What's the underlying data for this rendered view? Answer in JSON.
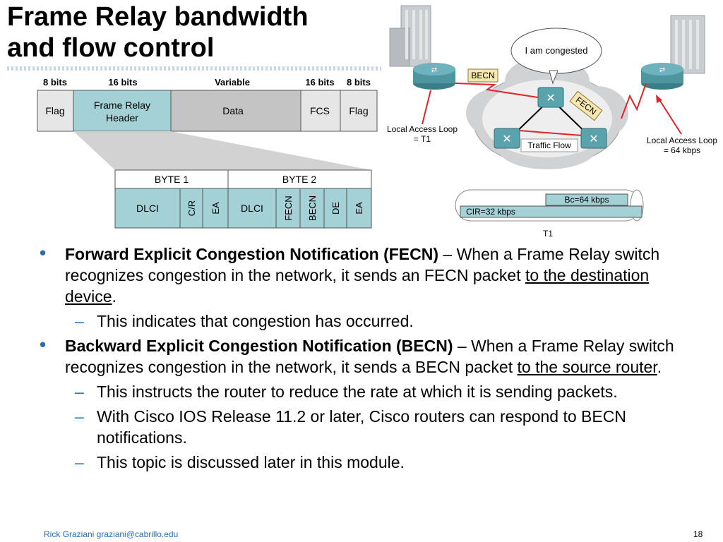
{
  "title": {
    "line1": "Frame Relay bandwidth",
    "line2": "and flow control"
  },
  "frame": {
    "widths": [
      "8 bits",
      "16 bits",
      "Variable",
      "16 bits",
      "8 bits"
    ],
    "fields": [
      "Flag",
      "Frame Relay\nHeader",
      "Data",
      "FCS",
      "Flag"
    ],
    "bytes": [
      "BYTE 1",
      "BYTE 2"
    ],
    "subfields": [
      "DLCI",
      "C/R",
      "EA",
      "DLCI",
      "FECN",
      "BECN",
      "DE",
      "EA"
    ]
  },
  "network": {
    "bubble": "I am congested",
    "becn": "BECN",
    "fecn": "FECN",
    "traffic": "Traffic Flow",
    "left_loop": [
      "Local Access Loop",
      "= T1"
    ],
    "right_loop": [
      "Local Access Loop",
      "= 64 kbps"
    ]
  },
  "t1": {
    "bc": "Bc=64 kbps",
    "cir": "CIR=32 kbps",
    "label": "T1"
  },
  "bullets": [
    {
      "bold": "Forward Explicit Congestion Notification (FECN)",
      "text1": " – When a Frame Relay switch recognizes congestion in the network, it sends an FECN packet ",
      "underline": "to the destination device",
      "text2": ".",
      "subs": [
        "This indicates that congestion has occurred."
      ]
    },
    {
      "bold": "Backward Explicit Congestion Notification (BECN)",
      "text1": " – When a Frame Relay switch recognizes congestion in the network, it sends a BECN packet ",
      "underline": "to the source router",
      "text2": ".",
      "subs": [
        "This instructs the router to reduce the rate at which it is sending packets.",
        "With Cisco IOS Release 11.2 or later, Cisco routers can respond to BECN notifications.",
        "This topic is discussed later in this module."
      ]
    }
  ],
  "footer": {
    "author": "Rick Graziani  graziani@cabrillo.edu",
    "page": "18"
  },
  "colors": {
    "teal": "#a4d1d6",
    "gray": "#c4c4c4",
    "blue": "#2b6cb3",
    "red": "#e0242a"
  }
}
